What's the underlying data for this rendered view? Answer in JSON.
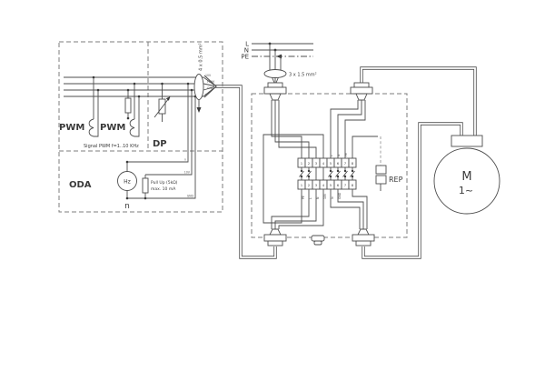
{
  "power_supply": {
    "line_l": "L",
    "line_n": "N",
    "line_pe": "PE",
    "cable_label": "3 x 1.5 mm²"
  },
  "controller": {
    "pwm_label_1": "PWM",
    "pwm_label_2": "PWM",
    "signal_note": "Signal PWM f=1..10 KHz",
    "dp_label": "DP",
    "oda_label": "ODA",
    "meter_label": "Hz",
    "speed_label": "n",
    "pullup_line_1": "Pull Up (5kΩ)",
    "pullup_line_2": "max. 10 mA",
    "cable_label": "4 x 0.5 mm²",
    "wire_tags": [
      "10V",
      "PWM",
      "GND",
      "n"
    ],
    "oda_wire_tags": [
      "n",
      "10V",
      "GND"
    ]
  },
  "junction_box": {
    "rep_label": "REP",
    "terminals_top": [
      "1",
      "2",
      "3",
      "4",
      "5",
      "6",
      "7",
      "8"
    ],
    "terminals_bottom": [
      "1",
      "2",
      "3",
      "4",
      "5",
      "6",
      "7",
      "8"
    ],
    "top_wire_tags": [
      "L",
      "N",
      "PE"
    ],
    "bottom_wire_tags": [
      "PE",
      "L",
      "N",
      "10V",
      "In",
      "GND"
    ]
  },
  "motor": {
    "label": "M",
    "phase": "1~"
  }
}
